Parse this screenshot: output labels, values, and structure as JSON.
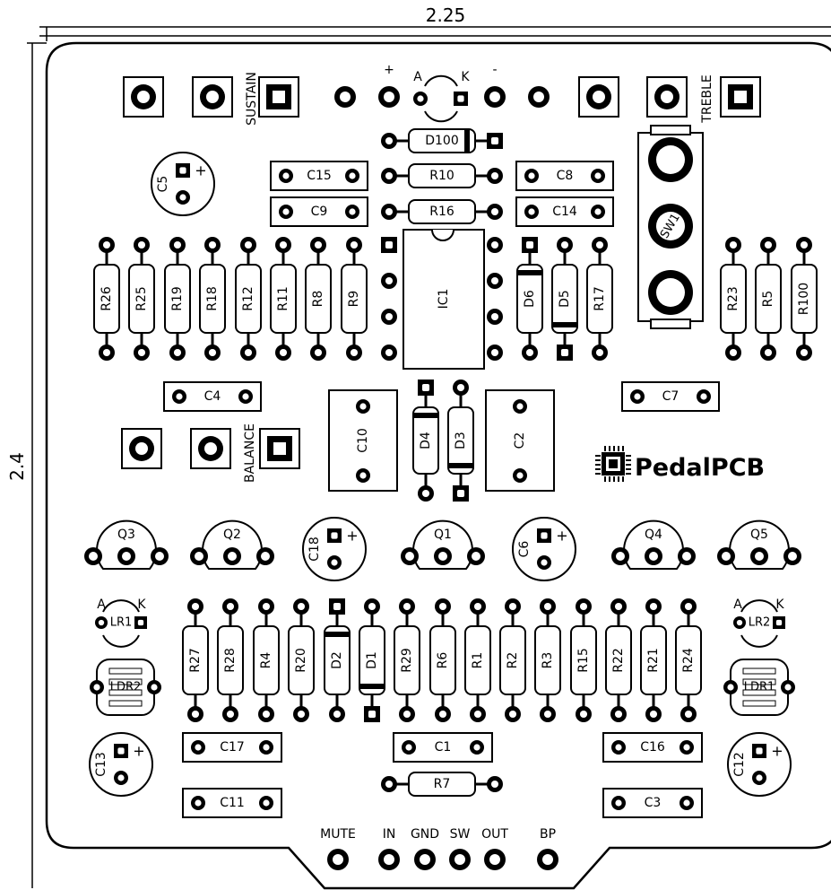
{
  "dimensions": {
    "width": "2.25",
    "height": "2.4"
  },
  "brand": {
    "name": "PedalPCB"
  },
  "pot_labels": {
    "sustain": "SUSTAIN",
    "treble": "TREBLE",
    "balance": "BALANCE"
  },
  "led_labels": {
    "plus": "+",
    "minus": "-",
    "a": "A",
    "k": "K"
  },
  "polarity_plus": "+",
  "ldr_labels": {
    "ldr1": "LDR1",
    "ldr2": "LDR2",
    "lr1": "LR1",
    "lr2": "LR2"
  },
  "switch_label": "SW1",
  "ic_label": "IC1",
  "diode_labels": {
    "d100": "D100",
    "d1": "D1",
    "d2": "D2",
    "d3": "D3",
    "d4": "D4",
    "d5": "D5",
    "d6": "D6"
  },
  "resistor_labels": {
    "top": [
      "R10",
      "R16"
    ],
    "upper_left": [
      "R26",
      "R25",
      "R19",
      "R18",
      "R12",
      "R11",
      "R8",
      "R9"
    ],
    "upper_mid": [
      "R17"
    ],
    "upper_right": [
      "R23",
      "R5",
      "R100"
    ],
    "lower_left": [
      "R27",
      "R28",
      "R4",
      "R20"
    ],
    "lower_mid": [
      "R29",
      "R6",
      "R1",
      "R2",
      "R3",
      "R15",
      "R22",
      "R21",
      "R24"
    ],
    "bottom": [
      "R7"
    ]
  },
  "capacitor_labels": {
    "film": [
      "C15",
      "C9",
      "C8",
      "C14",
      "C4",
      "C7",
      "C17",
      "C1",
      "C16",
      "C11",
      "C3"
    ],
    "vertical": [
      "C10",
      "C2"
    ],
    "electrolytic": [
      "C5",
      "C18",
      "C6",
      "C13",
      "C12"
    ]
  },
  "transistor_labels": [
    "Q3",
    "Q2",
    "Q1",
    "Q4",
    "Q5"
  ],
  "io_labels": [
    "MUTE",
    "IN",
    "GND",
    "SW",
    "OUT",
    "BP"
  ]
}
